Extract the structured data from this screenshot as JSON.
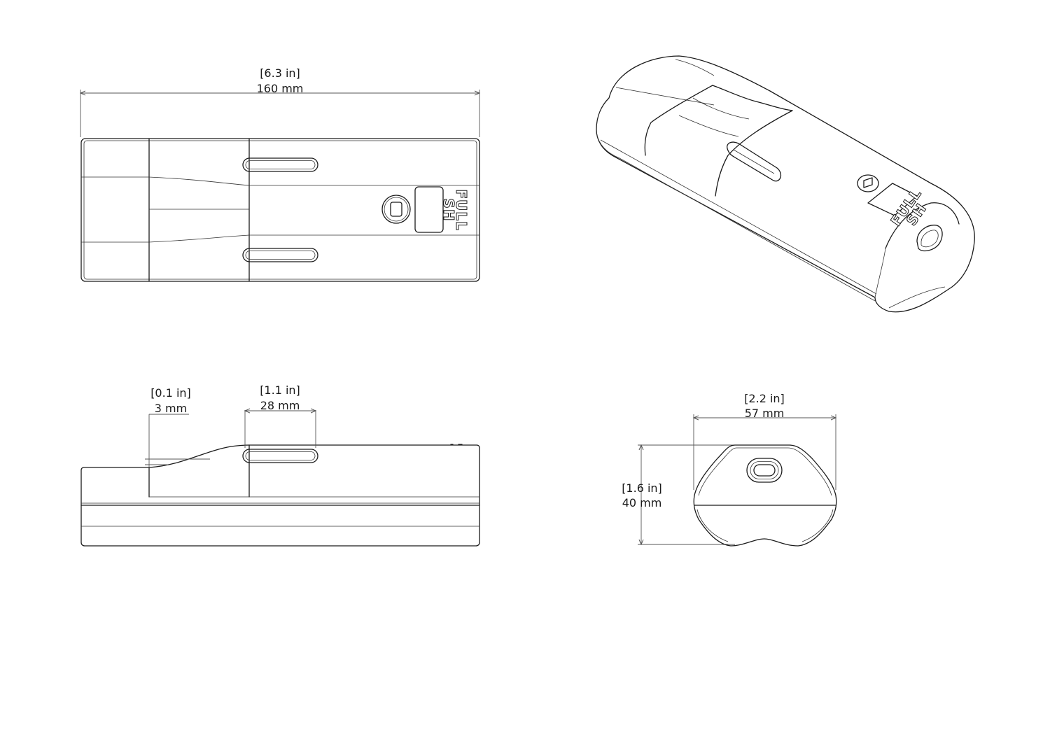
{
  "dimensions": {
    "length": {
      "inches": "[6.3 in]",
      "mm": "160 mm"
    },
    "step": {
      "inches": "[0.1 in]",
      "mm": "3 mm"
    },
    "slot": {
      "inches": "[1.1 in]",
      "mm": "28 mm"
    },
    "width": {
      "inches": "[2.2 in]",
      "mm": "57 mm"
    },
    "height": {
      "inches": "[1.6 in]",
      "mm": "40 mm"
    }
  },
  "branding": {
    "logo_top": "FULL",
    "logo_bottom": "SH"
  },
  "colors": {
    "line": "#1a1a1a",
    "background": "#ffffff"
  }
}
